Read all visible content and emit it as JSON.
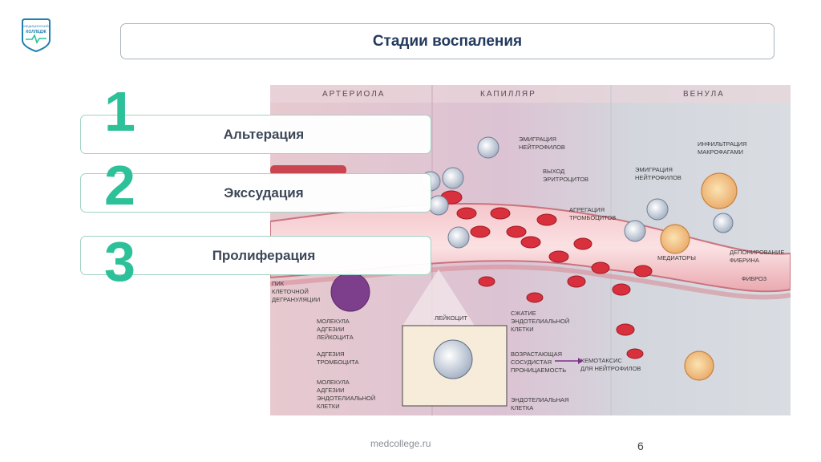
{
  "logo": {
    "line1": "МЕДИЦИНСКИЙ",
    "line2": "КОЛЛЕДЖ"
  },
  "title": "Стадии воспаления",
  "stages": [
    {
      "number": "1",
      "label": "Альтерация"
    },
    {
      "number": "2",
      "label": "Экссудация"
    },
    {
      "number": "3",
      "label": "Пролиферация"
    }
  ],
  "illustration": {
    "regions": [
      "АРТЕРИОЛА",
      "КАПИЛЛЯР",
      "ВЕНУЛА"
    ],
    "labels": {
      "emigration_neutrophils_1": [
        "ЭМИГРАЦИЯ",
        "НЕЙТРОФИЛОВ"
      ],
      "exit_erythrocytes": [
        "ВЫХОД",
        "ЭРИТРОЦИТОВ"
      ],
      "platelet_aggregation": [
        "АГРЕГАЦИЯ",
        "ТРОМБОЦИТОВ"
      ],
      "emigration_neutrophils_2": [
        "ЭМИГРАЦИЯ",
        "НЕЙТРОФИЛОВ"
      ],
      "macrophage_infiltration": [
        "ИНФИЛЬТРАЦИЯ",
        "МАКРОФАГАМИ"
      ],
      "mediators": "МЕДИАТОРЫ",
      "fibrin_deposition": [
        "ДЕПОНИРОВАНИЕ",
        "ФИБРИНА"
      ],
      "fibrosis": "ФИБРОЗ",
      "degranulation_peak": [
        "ПИК",
        "КЛЕТОЧНОЙ",
        "ДЕГРАНУЛЯЦИИ"
      ],
      "leukocyte_adhesion_molecule": [
        "МОЛЕКУЛА",
        "АДГЕЗИИ",
        "ЛЕЙКОЦИТА"
      ],
      "leukocyte": "ЛЕЙКОЦИТ",
      "platelet_adhesion": [
        "АДГЕЗИЯ",
        "ТРОМБОЦИТА"
      ],
      "endothelial_adhesion_molecule": [
        "МОЛЕКУЛА",
        "АДГЕЗИИ",
        "ЭНДОТЕЛИАЛЬНОЙ",
        "КЛЕТКИ"
      ],
      "endothelial_contraction": [
        "СЖАТИЕ",
        "ЭНДОТЕЛИАЛЬНОЙ",
        "КЛЕТКИ"
      ],
      "vascular_permeability": [
        "ВОЗРАСТАЮЩАЯ",
        "СОСУДИСТАЯ",
        "ПРОНИЦАЕМОСТЬ"
      ],
      "chemotaxis": [
        "ХЕМОТАКСИС",
        "ДЛЯ НЕЙТРОФИЛОВ"
      ],
      "endothelial_cell": [
        "ЭНДОТЕЛИАЛЬНАЯ",
        "КЛЕТКА"
      ]
    }
  },
  "footer": {
    "site": "medcollege.ru",
    "page": "6"
  },
  "colors": {
    "accent": "#2cc198",
    "title": "#233a5e"
  }
}
